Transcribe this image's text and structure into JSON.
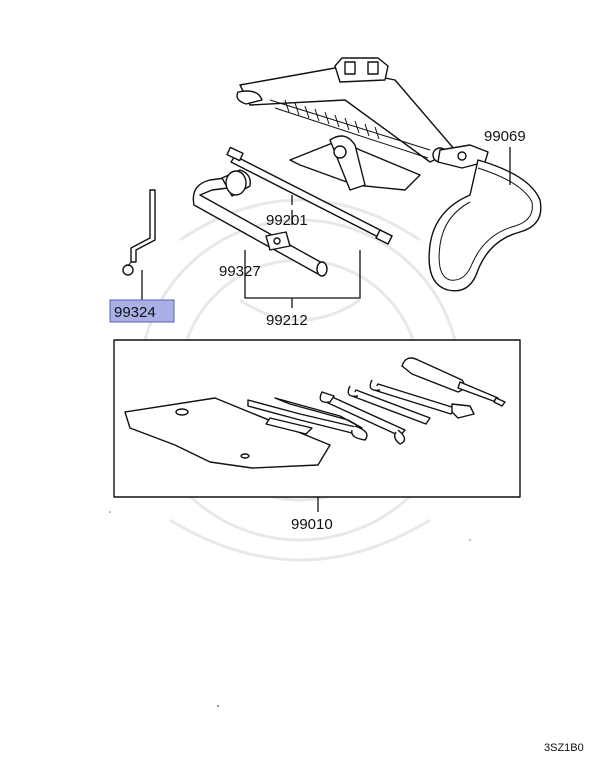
{
  "labels": {
    "p99069": "99069",
    "p99201": "99201",
    "p99327": "99327",
    "p99212": "99212",
    "p99324": "99324",
    "p99010": "99010"
  },
  "highlight": {
    "part": "99324",
    "color": "#aab0e6"
  },
  "figure_code": "3SZ1B0"
}
